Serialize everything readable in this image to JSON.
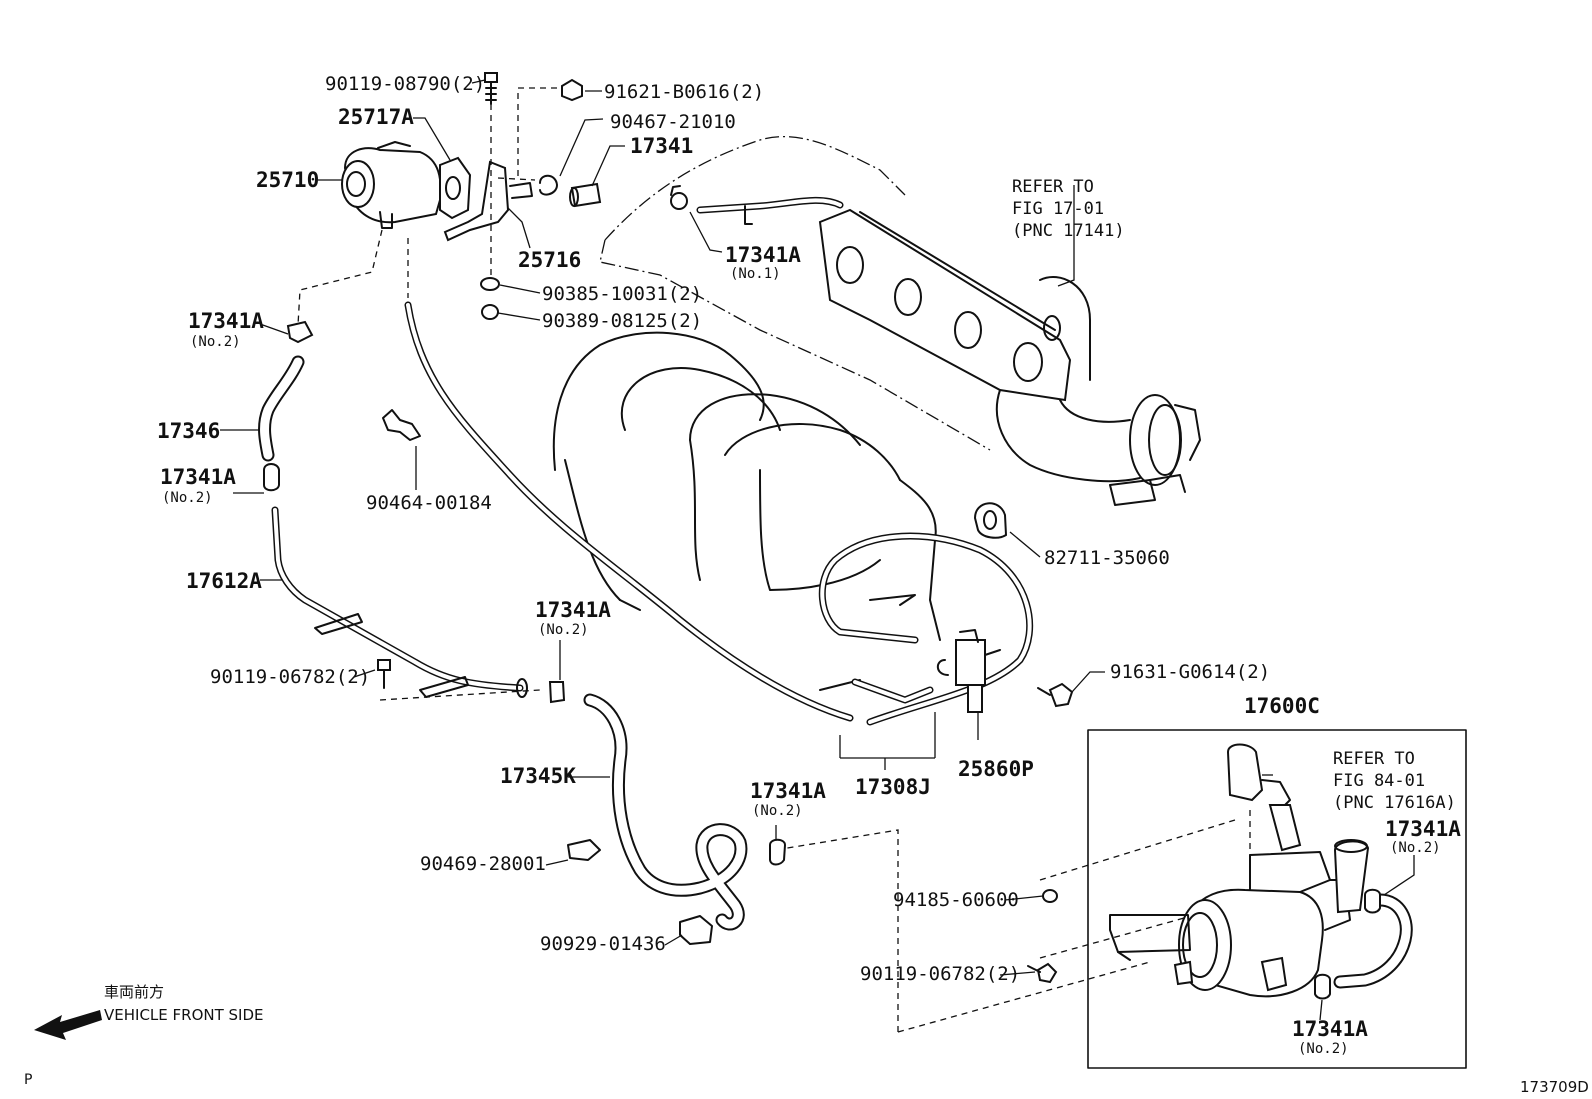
{
  "parts": {
    "p90119_08790": "90119-08790(2)",
    "p91621": "91621-B0616(2)",
    "p25717A": "25717A",
    "p90467": "90467-21010",
    "p17341": "17341",
    "p25710": "25710",
    "p25716": "25716",
    "p17341A_no1": "17341A",
    "p17341A_no1_sub": "(No.1)",
    "p90385": "90385-10031(2)",
    "p90389": "90389-08125(2)",
    "p17341A_a": "17341A",
    "p17341A_a_sub": "(No.2)",
    "p17346": "17346",
    "p17341A_b": "17341A",
    "p17341A_b_sub": "(No.2)",
    "p90464": "90464-00184",
    "p17612A": "17612A",
    "p82711": "82711-35060",
    "p17341A_c": "17341A",
    "p17341A_c_sub": "(No.2)",
    "p90119_06782_a": "90119-06782(2)",
    "p91631": "91631-G0614(2)",
    "p17600C": "17600C",
    "p17345K": "17345K",
    "p17341A_d": "17341A",
    "p17341A_d_sub": "(No.2)",
    "p17308J": "17308J",
    "p25860P": "25860P",
    "p17341A_e": "17341A",
    "p17341A_e_sub": "(No.2)",
    "p90469": "90469-28001",
    "p94185": "94185-60600",
    "p90929": "90929-01436",
    "p90119_06782_b": "90119-06782(2)",
    "p17341A_f": "17341A",
    "p17341A_f_sub": "(No.2)"
  },
  "refs": {
    "ref1": [
      "REFER TO",
      "FIG 17-01",
      "(PNC 17141)"
    ],
    "ref2": [
      "REFER TO",
      "FIG 84-01",
      "(PNC 17616A)"
    ]
  },
  "footer": {
    "direction_jp": "車両前方",
    "direction_en": "VEHICLE FRONT SIDE",
    "corner_mark": "P",
    "figure_id": "173709D"
  }
}
